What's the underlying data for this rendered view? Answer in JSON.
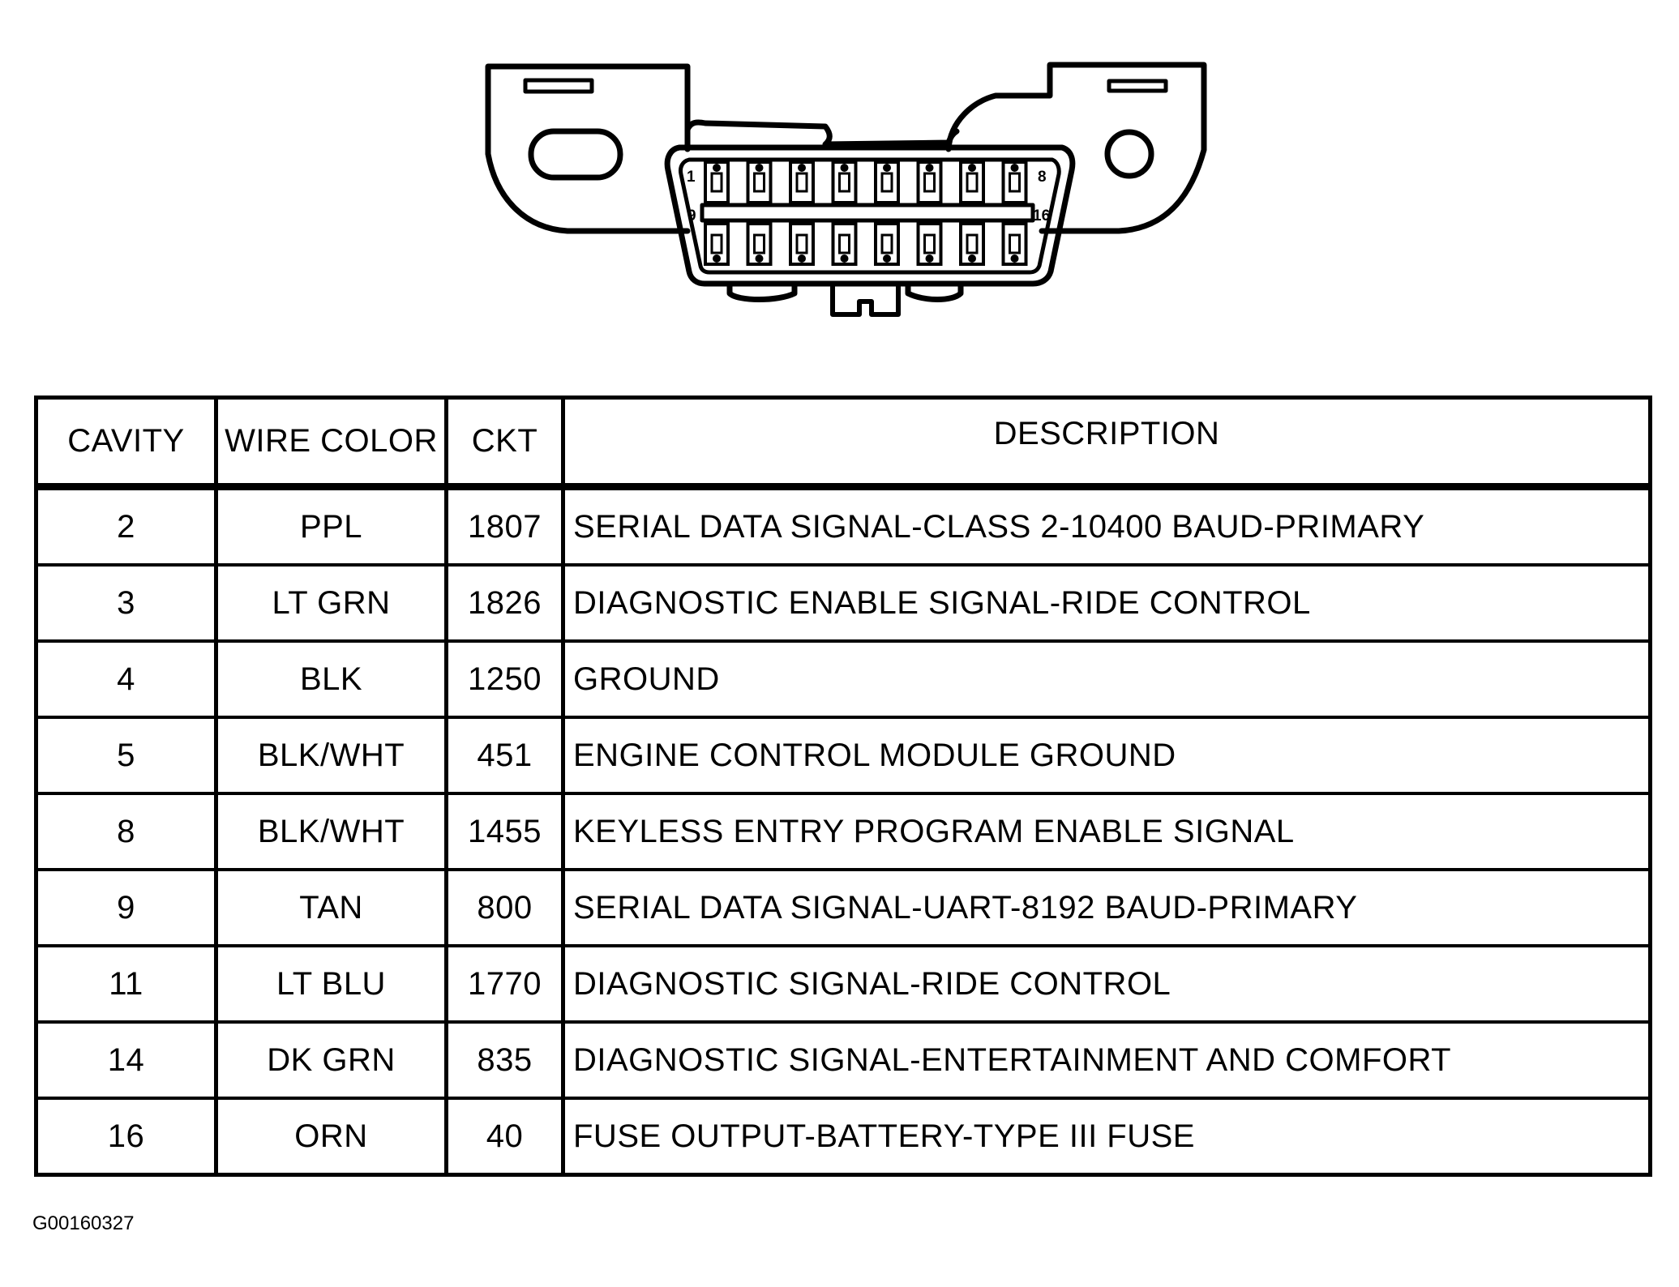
{
  "connector": {
    "pin_labels": {
      "top_left": "1",
      "top_right": "8",
      "bottom_left": "9",
      "bottom_right": "16"
    }
  },
  "table": {
    "headers": {
      "cavity": "CAVITY",
      "wire_color": "WIRE COLOR",
      "ckt": "CKT",
      "description": "DESCRIPTION"
    },
    "rows": [
      {
        "cavity": "2",
        "wire_color": "PPL",
        "ckt": "1807",
        "description": "SERIAL DATA SIGNAL-CLASS 2-10400 BAUD-PRIMARY"
      },
      {
        "cavity": "3",
        "wire_color": "LT GRN",
        "ckt": "1826",
        "description": "DIAGNOSTIC ENABLE SIGNAL-RIDE CONTROL"
      },
      {
        "cavity": "4",
        "wire_color": "BLK",
        "ckt": "1250",
        "description": "GROUND"
      },
      {
        "cavity": "5",
        "wire_color": "BLK/WHT",
        "ckt": "451",
        "description": "ENGINE CONTROL MODULE GROUND"
      },
      {
        "cavity": "8",
        "wire_color": "BLK/WHT",
        "ckt": "1455",
        "description": "KEYLESS ENTRY PROGRAM ENABLE SIGNAL"
      },
      {
        "cavity": "9",
        "wire_color": "TAN",
        "ckt": "800",
        "description": "SERIAL DATA SIGNAL-UART-8192 BAUD-PRIMARY"
      },
      {
        "cavity": "11",
        "wire_color": "LT BLU",
        "ckt": "1770",
        "description": "DIAGNOSTIC SIGNAL-RIDE CONTROL"
      },
      {
        "cavity": "14",
        "wire_color": "DK GRN",
        "ckt": "835",
        "description": "DIAGNOSTIC SIGNAL-ENTERTAINMENT AND COMFORT"
      },
      {
        "cavity": "16",
        "wire_color": "ORN",
        "ckt": "40",
        "description": "FUSE OUTPUT-BATTERY-TYPE III FUSE"
      }
    ]
  },
  "figure_id": "G00160327"
}
